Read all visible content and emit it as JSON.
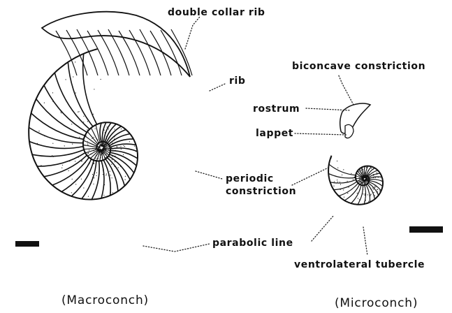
{
  "labels": {
    "double_collar_rib": "double collar rib",
    "rib": "rib",
    "periodic_constriction_line1": "periodic",
    "periodic_constriction_line2": "constriction",
    "parabolic_line": "parabolic line",
    "biconcave_constriction": "biconcave constriction",
    "rostrum": "rostrum",
    "lappet": "lappet",
    "ventrolateral_tubercle": "ventrolateral tubercle"
  },
  "captions": {
    "macroconch": "(Macroconch)",
    "microconch": "(Microconch)"
  },
  "colors": {
    "ink": "#111111",
    "background": "#ffffff"
  }
}
